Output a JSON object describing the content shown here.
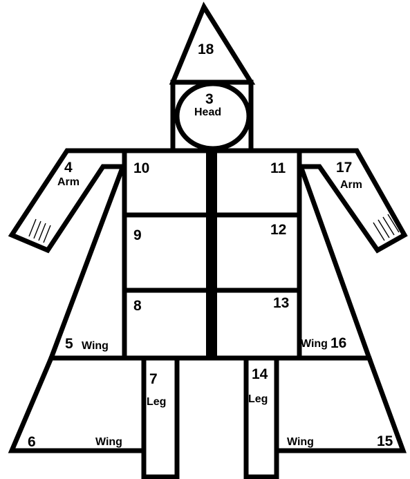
{
  "diagram": {
    "line_color": "#000000",
    "background": "#ffffff",
    "parts": [
      {
        "id": "cone",
        "number": "18",
        "word": ""
      },
      {
        "id": "head",
        "number": "3",
        "word": "Head"
      },
      {
        "id": "left-arm",
        "number": "4",
        "word": "Arm"
      },
      {
        "id": "right-arm",
        "number": "17",
        "word": "Arm"
      },
      {
        "id": "body-top-left",
        "number": "10",
        "word": ""
      },
      {
        "id": "body-top-right",
        "number": "11",
        "word": ""
      },
      {
        "id": "body-mid-left",
        "number": "9",
        "word": ""
      },
      {
        "id": "body-mid-right",
        "number": "12",
        "word": ""
      },
      {
        "id": "body-low-left",
        "number": "8",
        "word": ""
      },
      {
        "id": "body-low-right",
        "number": "13",
        "word": ""
      },
      {
        "id": "left-upper-wing",
        "number": "5",
        "word": "Wing"
      },
      {
        "id": "right-upper-wing",
        "number": "16",
        "word": "Wing"
      },
      {
        "id": "left-leg",
        "number": "7",
        "word": "Leg"
      },
      {
        "id": "right-leg",
        "number": "14",
        "word": "Leg"
      },
      {
        "id": "left-lower-wing",
        "number": "6",
        "word": "Wing"
      },
      {
        "id": "right-lower-wing",
        "number": "15",
        "word": "Wing"
      }
    ]
  }
}
